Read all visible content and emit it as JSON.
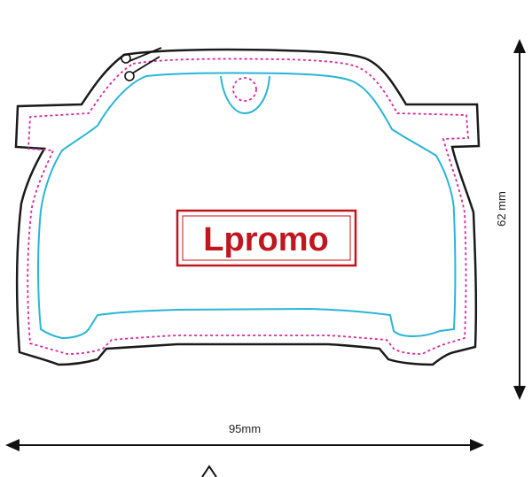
{
  "brand": {
    "logo_text": "Lpromo",
    "color": "#c0161e"
  },
  "dimensions": {
    "width_label": "95mm",
    "height_label": "62 mm"
  },
  "colors": {
    "cut_line": "#1a1a1a",
    "safe_line": "#d6289a",
    "print_line": "#29b5d6",
    "arrow": "#111111"
  },
  "icons": {
    "cut_marker": "scissors-icon",
    "hang_hole": "hanging-hole"
  }
}
